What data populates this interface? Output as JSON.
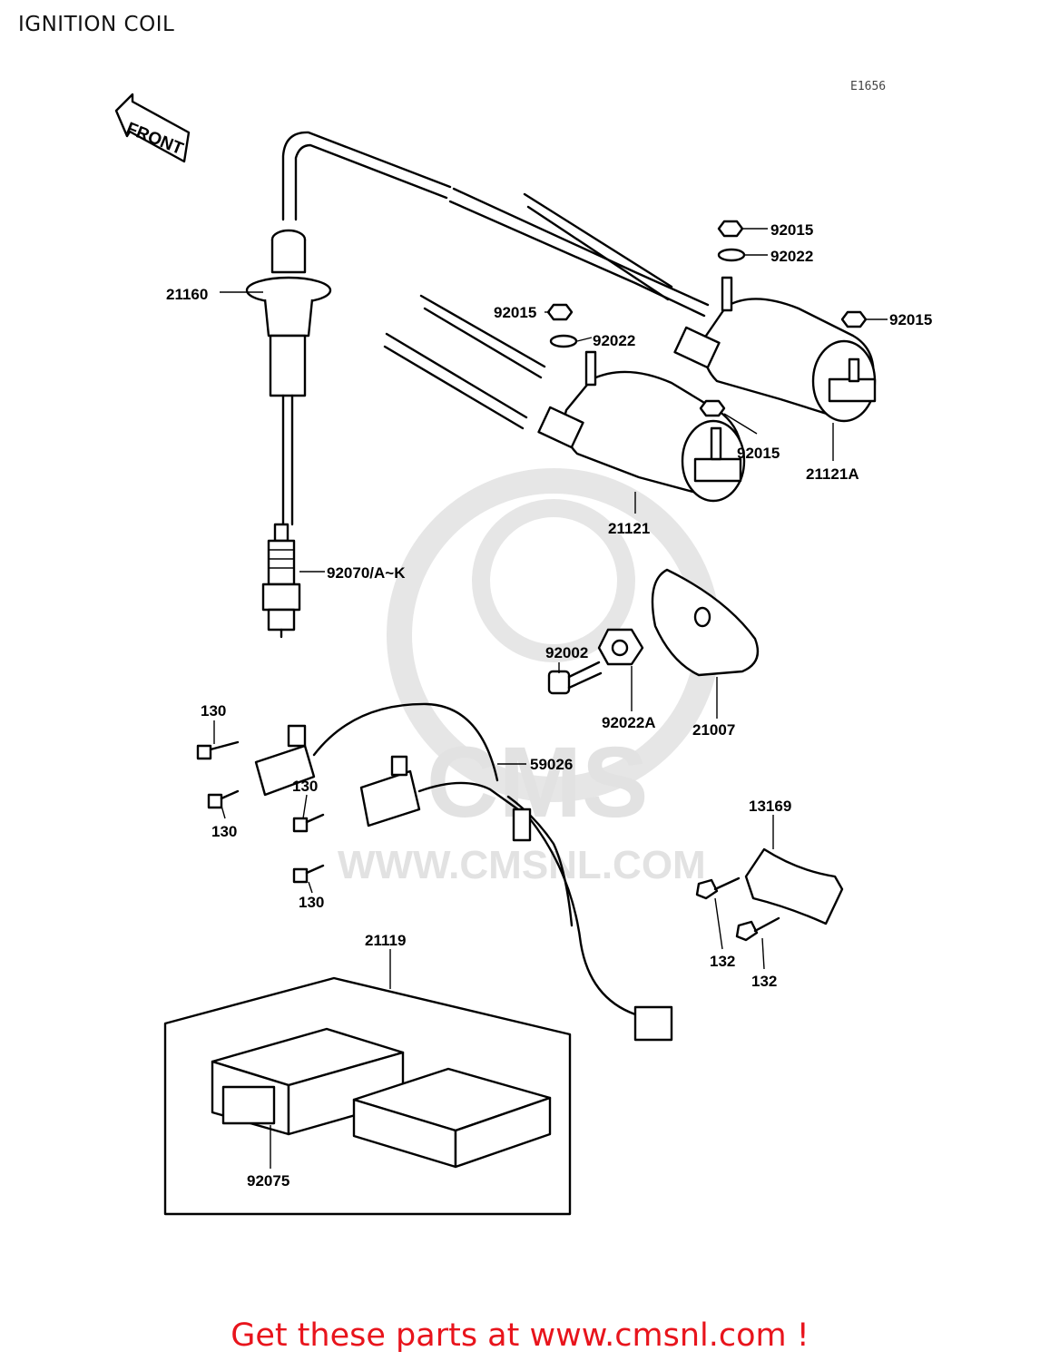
{
  "page": {
    "title": "IGNITION COIL",
    "diagram_code": "E1656"
  },
  "front_label": "FRONT",
  "watermark": {
    "brand": "CMS",
    "url": "WWW.CMSNL.COM"
  },
  "parts": [
    {
      "id": "label-21160",
      "text": "21160"
    },
    {
      "id": "label-92070",
      "text": "92070/A~K"
    },
    {
      "id": "label-92015-a",
      "text": "92015"
    },
    {
      "id": "label-92022-a",
      "text": "92022"
    },
    {
      "id": "label-92015-b",
      "text": "92015"
    },
    {
      "id": "label-92015-c",
      "text": "92015"
    },
    {
      "id": "label-92022-b",
      "text": "92022"
    },
    {
      "id": "label-92015-d",
      "text": "92015"
    },
    {
      "id": "label-21121a",
      "text": "21121A"
    },
    {
      "id": "label-21121",
      "text": "21121"
    },
    {
      "id": "label-92002",
      "text": "92002"
    },
    {
      "id": "label-92022a",
      "text": "92022A"
    },
    {
      "id": "label-21007",
      "text": "21007"
    },
    {
      "id": "label-130-a",
      "text": "130"
    },
    {
      "id": "label-130-b",
      "text": "130"
    },
    {
      "id": "label-130-c",
      "text": "130"
    },
    {
      "id": "label-130-d",
      "text": "130"
    },
    {
      "id": "label-59026",
      "text": "59026"
    },
    {
      "id": "label-13169",
      "text": "13169"
    },
    {
      "id": "label-132-a",
      "text": "132"
    },
    {
      "id": "label-132-b",
      "text": "132"
    },
    {
      "id": "label-21119",
      "text": "21119"
    },
    {
      "id": "label-92075",
      "text": "92075"
    }
  ],
  "footer": {
    "text": "Get these parts at www.cmsnl.com !",
    "color": "#e8141c"
  }
}
